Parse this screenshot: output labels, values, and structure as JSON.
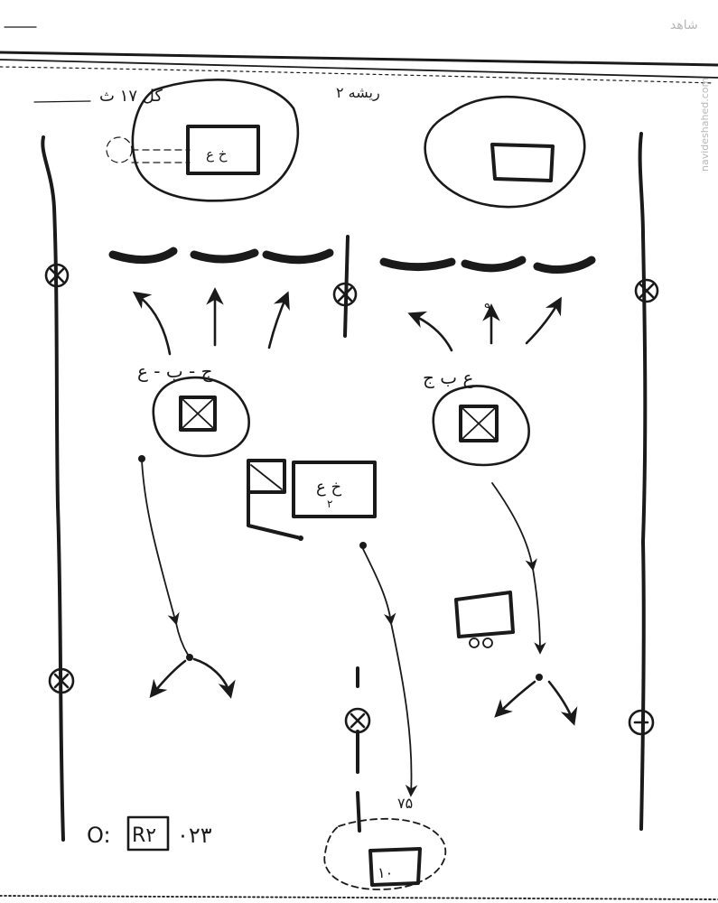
{
  "header": {
    "top_label": "گل ۱۷ ث",
    "top_center_label": "ریشه ۲"
  },
  "box_labels": {
    "top_left_box": "خ ع",
    "center_box": "خ ع",
    "center_box_sub": "۲"
  },
  "choice_labels": {
    "left_group": "ج - ب - ع",
    "right_group": "ع ب ج"
  },
  "small_labels": {
    "right_arrow_mark": "۹",
    "bottom_mark": "۷۵",
    "bottom_box": "۱۰"
  },
  "footer": {
    "code": "۰۲۳",
    "code_box": "R۲",
    "prefix": "O:"
  },
  "watermark": {
    "text": "navideshahed.com",
    "logo_text": "شاهد"
  }
}
